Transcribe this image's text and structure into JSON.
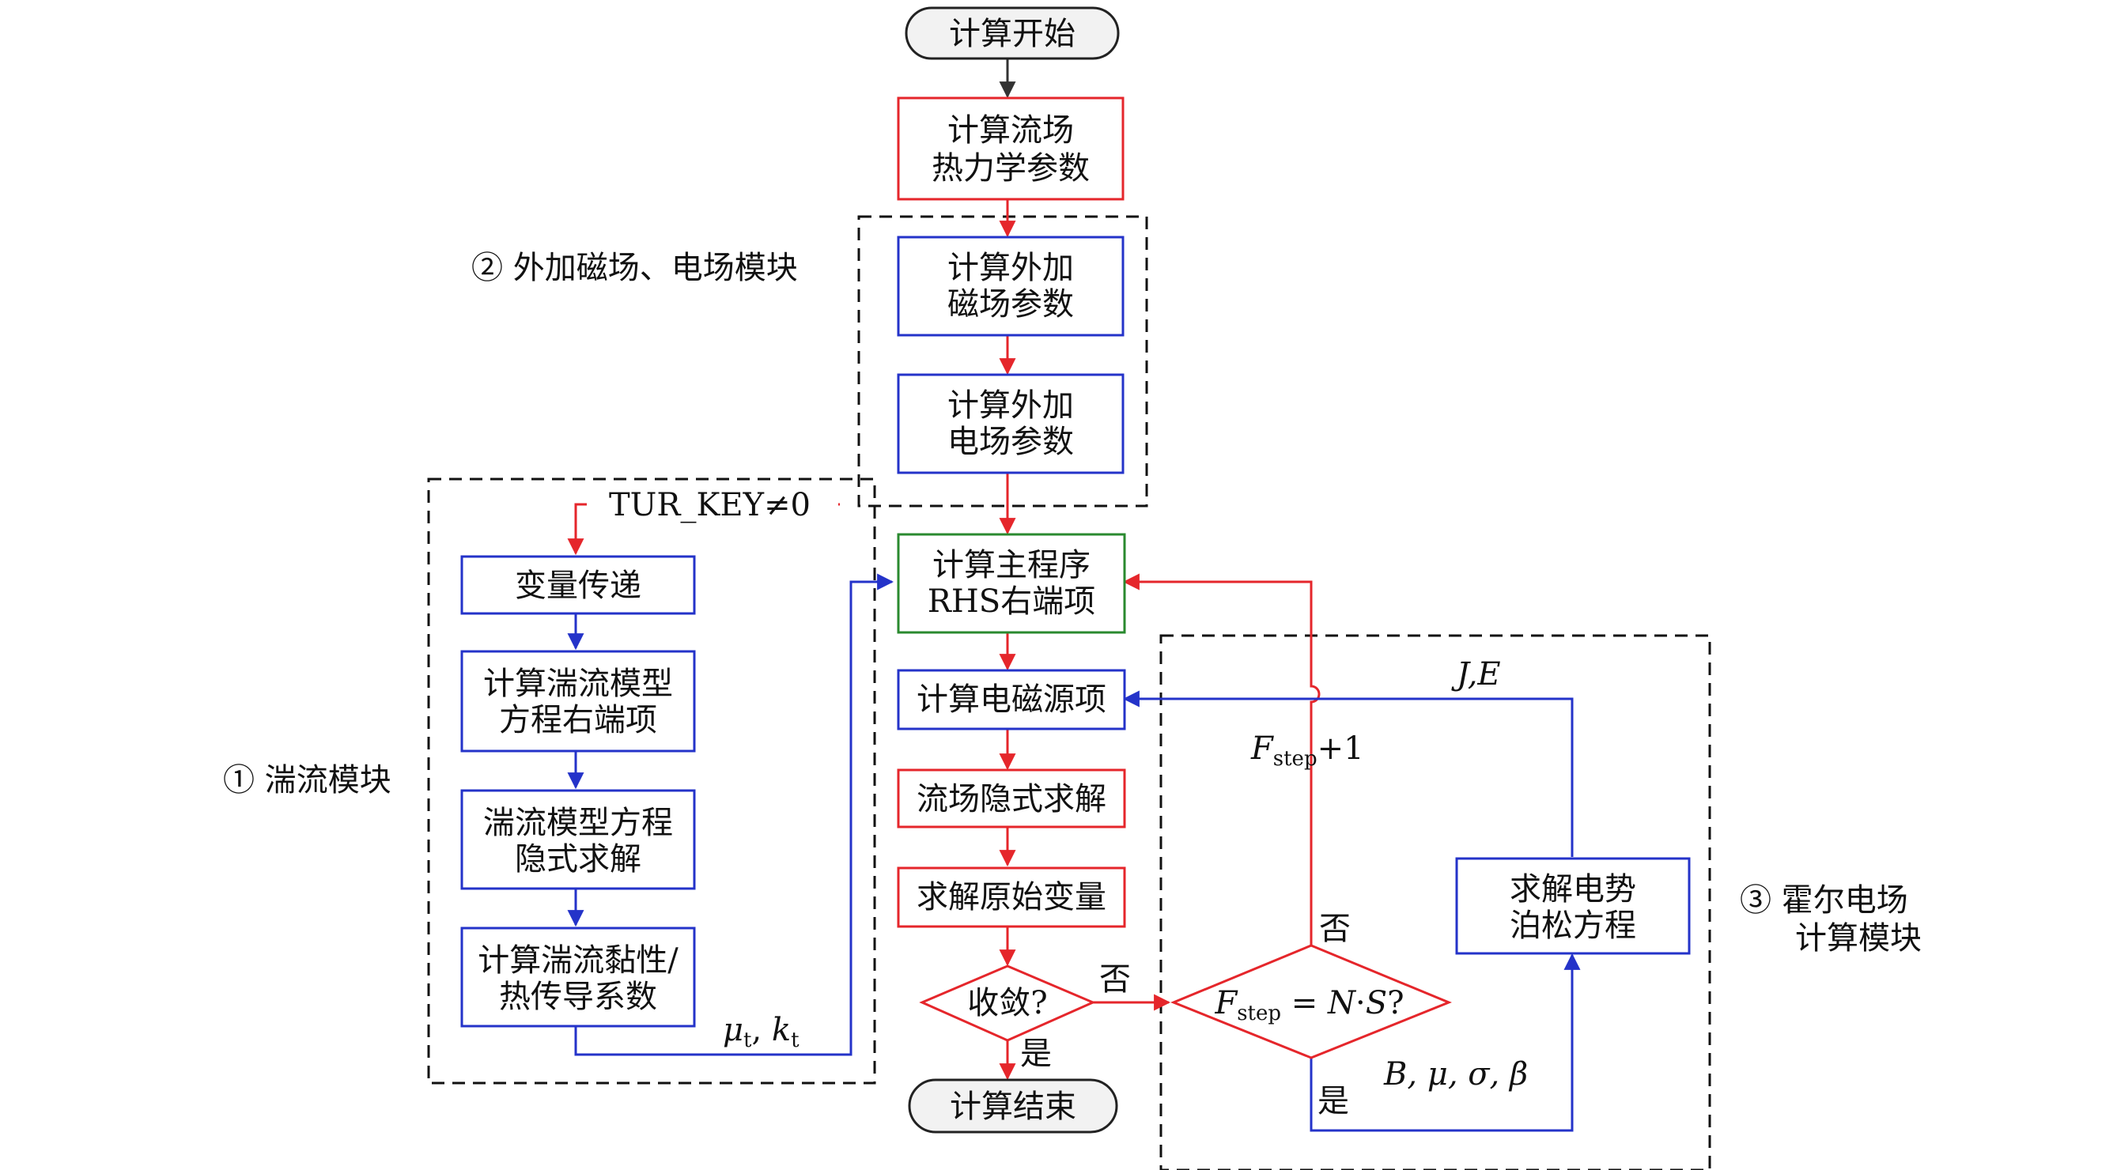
{
  "colors": {
    "red": "#e5262b",
    "blue": "#2433c9",
    "green": "#2a8a2f",
    "gray": "#333333",
    "dash": "#111111"
  },
  "nodes": {
    "start": "计算开始",
    "flow_params": [
      "计算流场",
      "热力学参数"
    ],
    "mag_params": [
      "计算外加",
      "磁场参数"
    ],
    "elec_params": [
      "计算外加",
      "电场参数"
    ],
    "main_rhs": [
      "计算主程序",
      "RHS右端项"
    ],
    "em_source": "计算电磁源项",
    "implicit_solve": "流场隐式求解",
    "primitive_vars": "求解原始变量",
    "converge": "收敛?",
    "end": "计算结束",
    "var_transfer": "变量传递",
    "turb_rhs": [
      "计算湍流模型",
      "方程右端项"
    ],
    "turb_implicit": [
      "湍流模型方程",
      "隐式求解"
    ],
    "turb_visc": [
      "计算湍流黏性/",
      "热传导系数"
    ],
    "poisson": [
      "求解电势",
      "泊松方程"
    ],
    "fstep_check": "F_step = N·S?"
  },
  "modules": {
    "turbulence": "① 湍流模块",
    "external_field": "② 外加磁场、电场模块",
    "hall_field": [
      "③ 霍尔电场",
      "计算模块"
    ]
  },
  "edge_labels": {
    "tur_key": "TUR_KEY≠0",
    "mu_k": "μ_t, k_t",
    "yes_end": "是",
    "no_fstep": "否",
    "fstep_no": "否",
    "fstep_yes": "是",
    "fstep_plus": "F_step+1",
    "je": "J,E",
    "b_mu": "B, μ, σ, β"
  }
}
